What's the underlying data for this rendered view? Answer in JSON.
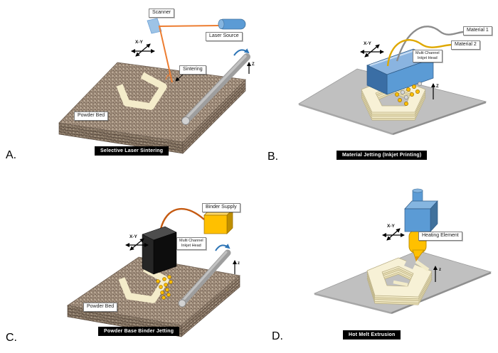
{
  "panels": {
    "a": {
      "letter": "A.",
      "title": "Selective Laser Sintering",
      "scanner": "Scanner",
      "laser_source": "Laser Source",
      "sintering": "Sintering",
      "powder_bed": "Powder Bed",
      "xy": "X-Y",
      "z": "Z"
    },
    "b": {
      "letter": "B.",
      "title": "Material Jetting (Inkjet Printing)",
      "material1": "Material 1",
      "material2": "Material 2",
      "head_line1": "Multi Channel",
      "head_line2": "Inkjet Head",
      "xy": "X-Y",
      "z": "Z"
    },
    "c": {
      "letter": "C.",
      "title": "Powder Base Binder Jetting",
      "binder_supply": "Binder Supply",
      "head_line1": "Multi Channel",
      "head_line2": "Inkjet Head",
      "powder_bed": "Powder Bed",
      "xy": "X-Y",
      "z": "z"
    },
    "d": {
      "letter": "D.",
      "title": "Hot Melt Extrusion",
      "heating_element": "Heating Element",
      "xy": "X-Y",
      "z": "z"
    }
  },
  "colors": {
    "blue": "#5b9bd5",
    "blue_light": "#85b5e0",
    "blue_dark": "#41719c",
    "gold": "#ffc000",
    "orange_beam": "#ed7d31",
    "tube_orange": "#c55a11",
    "powder": "#a3907e",
    "cream": "#f4ecca",
    "platform": "#c0c0c0",
    "roller": "#9e9e9e",
    "rotation_arrow": "#2e75b6",
    "title_bar": "#000000"
  }
}
